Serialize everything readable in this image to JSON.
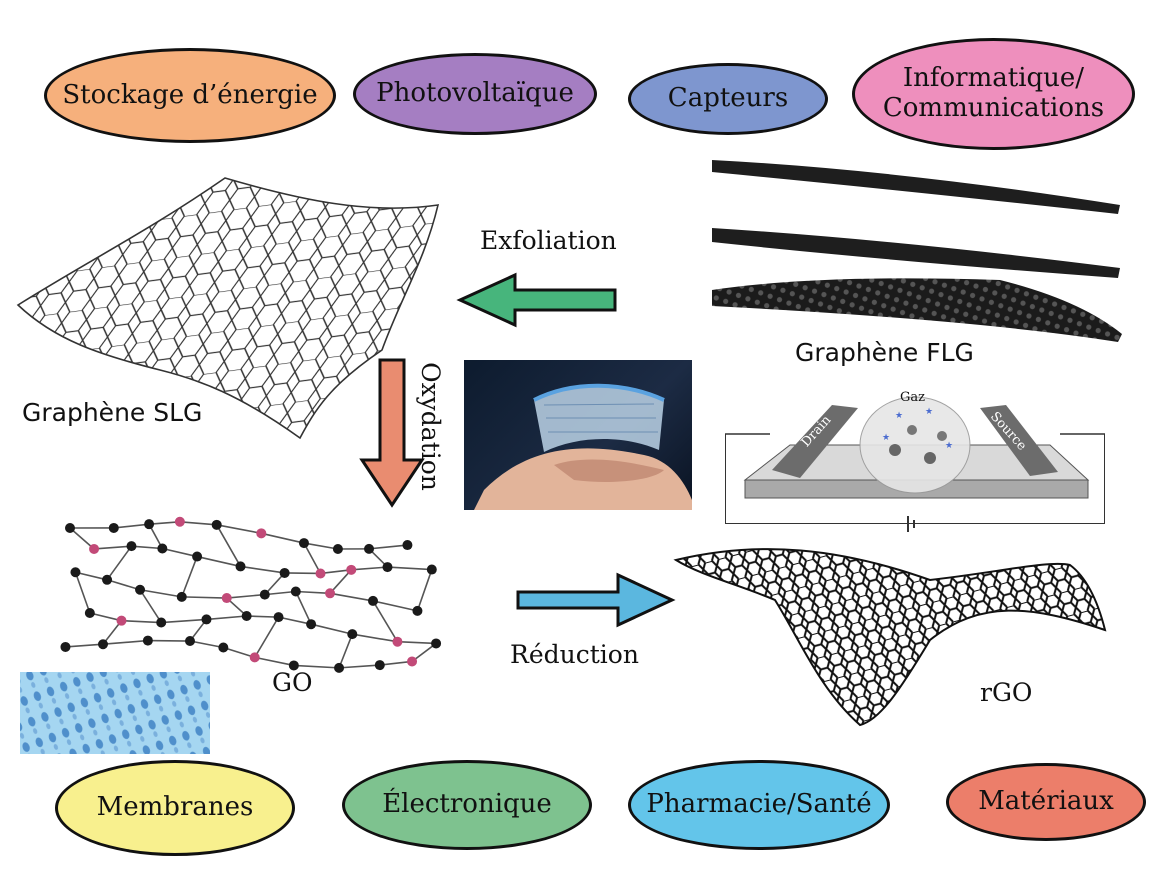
{
  "applications_top": [
    {
      "label": "Stockage d’énergie",
      "color": "#f6b07c"
    },
    {
      "label": "Photovoltaïque",
      "color": "#a57ec2"
    },
    {
      "label": "Capteurs",
      "color": "#7e96cf"
    },
    {
      "label": "Informatique/\nCommunications",
      "color": "#ee8fbd"
    }
  ],
  "applications_bottom": [
    {
      "label": "Membranes",
      "color": "#f8f08e"
    },
    {
      "label": "Électronique",
      "color": "#7ec28f"
    },
    {
      "label": "Pharmacie/Santé",
      "color": "#63c5ea"
    },
    {
      "label": "Matériaux",
      "color": "#ec7e6a"
    }
  ],
  "materials": {
    "slg": "Graphène SLG",
    "flg": "Graphène FLG",
    "go": "GO",
    "rgo": "rGO"
  },
  "processes": {
    "exfoliation": {
      "label": "Exfoliation",
      "color": "#47b57c"
    },
    "oxydation": {
      "label": "Oxydation",
      "color": "#e98c70"
    },
    "reduction": {
      "label": "Réduction",
      "color": "#5bb7df"
    }
  },
  "sensor": {
    "gas": "Gaz",
    "drain": "Drain",
    "source": "Source"
  }
}
